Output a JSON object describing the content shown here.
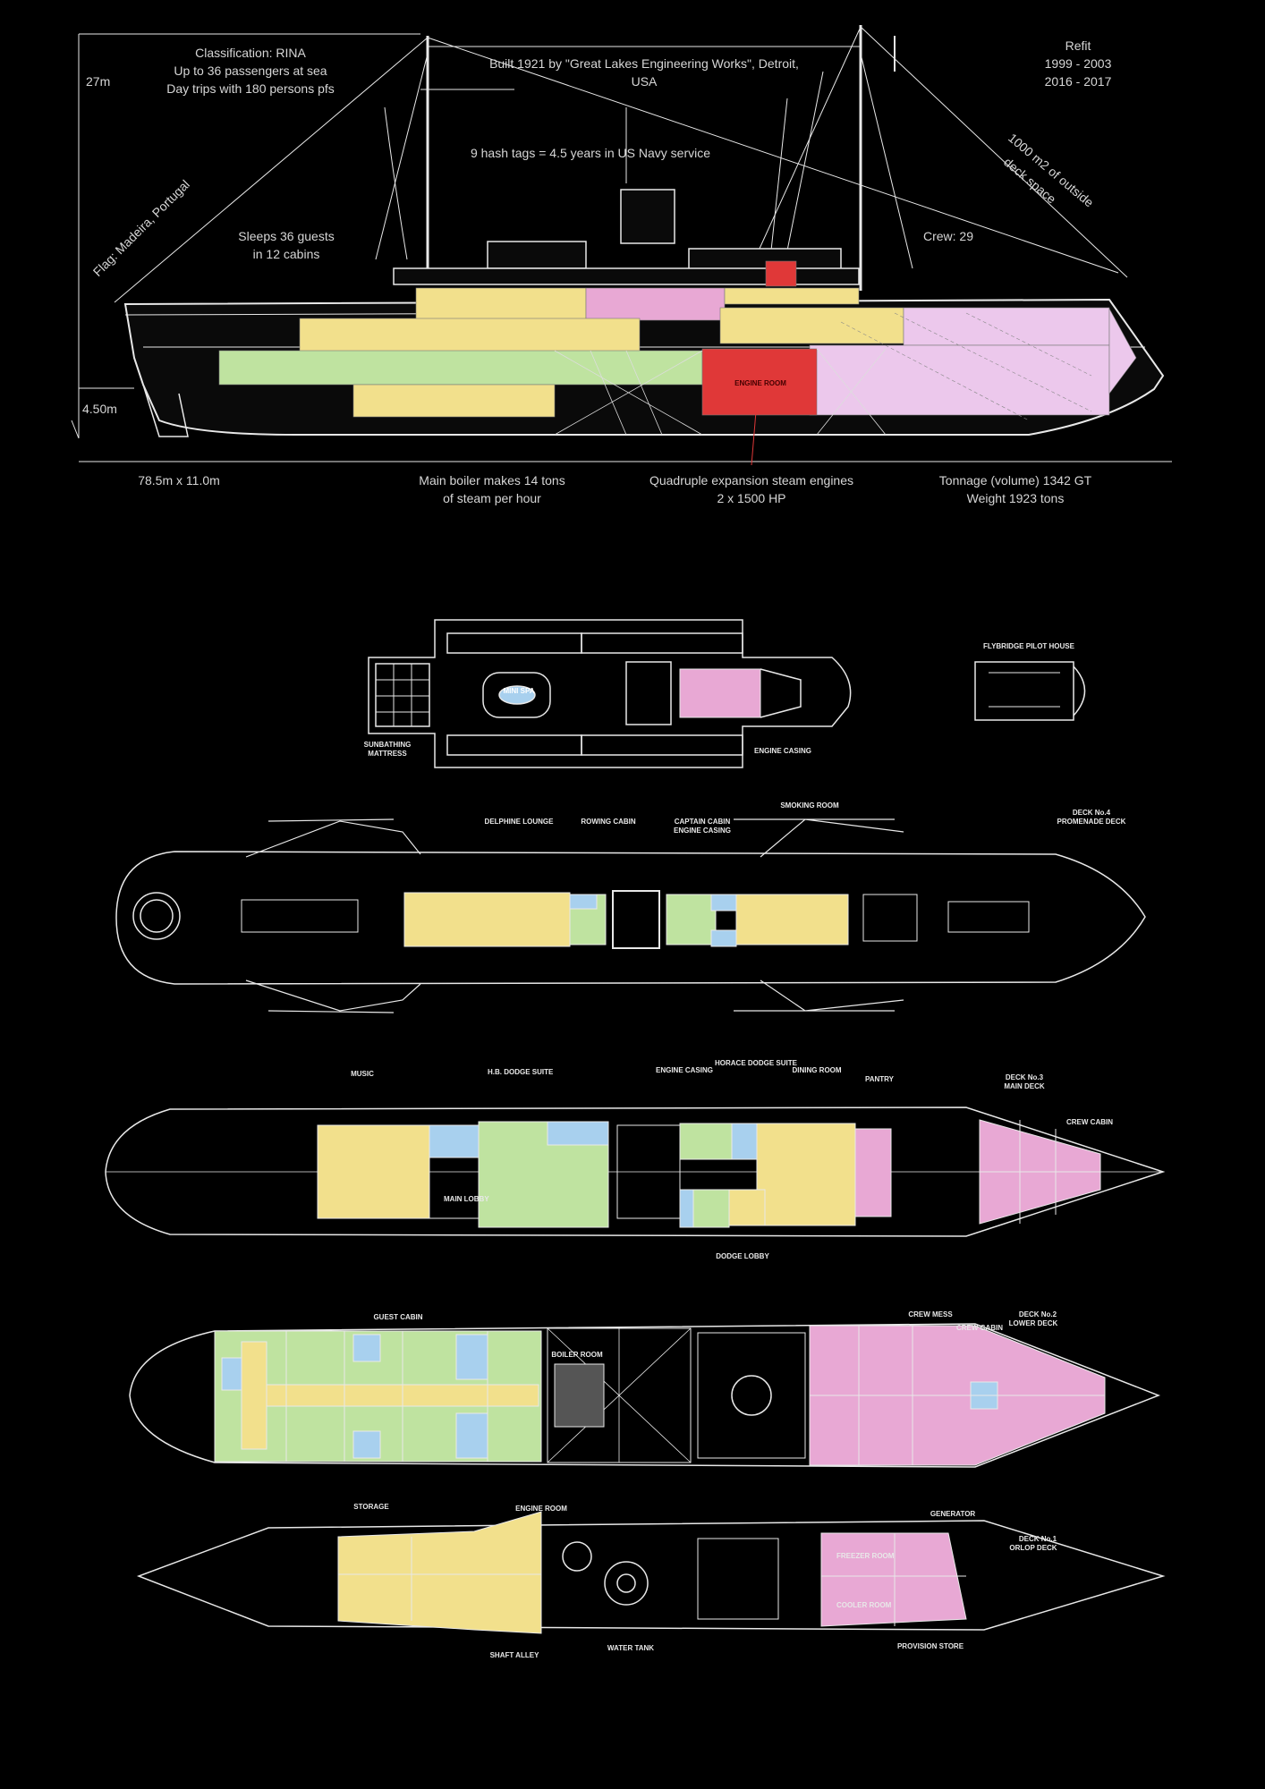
{
  "profile": {
    "classification": [
      "Classification: RINA",
      "Up to 36 passengers at sea",
      "Day trips with 180 persons pfs"
    ],
    "built": [
      "Built 1921 by \"Great Lakes Engineering Works\", Detroit,",
      "USA"
    ],
    "refit": [
      "Refit",
      "1999 - 2003",
      "2016 - 2017"
    ],
    "hash_tags": "9 hash tags = 4.5 years in US Navy service",
    "flag": "Flag: Madeira, Portugal",
    "sleeps": [
      "Sleeps 36 guests",
      "in 12 cabins"
    ],
    "crew": "Crew: 29",
    "deck_space": [
      "1000 m2 of outside",
      "deck space"
    ],
    "height": "27m",
    "draft": "4.50m",
    "dimensions": "78.5m  x  11.0m",
    "boiler": [
      "Main boiler makes 14 tons",
      "of steam per hour"
    ],
    "engines": [
      "Quadruple expansion steam engines",
      "2 x 1500 HP"
    ],
    "tonnage": [
      "Tonnage (volume) 1342 GT",
      "Weight 1923 tons"
    ],
    "engine_room": "ENGINE ROOM"
  },
  "decks": {
    "sun": {
      "spa": "MINI SPA",
      "sunbathing": [
        "SUNBATHING",
        "MATTRESS"
      ],
      "engine_casing": "ENGINE CASING",
      "flybridge": "FLYBRIDGE PILOT HOUSE"
    },
    "promenade": {
      "title": [
        "DECK No.4",
        "PROMENADE DECK"
      ],
      "labels": [
        "DELPHINE LOUNGE",
        "ROWING CABIN",
        "CAPTAIN CABIN",
        "ENGINE CASING",
        "SMOKING ROOM"
      ]
    },
    "main": {
      "title": [
        "DECK No.3",
        "MAIN DECK"
      ],
      "labels": [
        "MUSIC",
        "H.B. DODGE SUITE",
        "ENGINE CASING",
        "HORACE DODGE SUITE",
        "DINING ROOM",
        "PANTRY",
        "MAIN LOBBY",
        "CREW CABIN",
        "DODGE LOBBY"
      ]
    },
    "lower": {
      "title": [
        "DECK No.2",
        "LOWER DECK"
      ],
      "labels": [
        "GUEST CABIN",
        "BOILER ROOM",
        "CREW MESS",
        "CREW CABIN"
      ]
    },
    "orlop": {
      "title": [
        "DECK No.1",
        "ORLOP DECK"
      ],
      "labels": [
        "STORAGE",
        "ENGINE ROOM",
        "FREEZER ROOM",
        "COOLER ROOM",
        "PROVISION STORE",
        "GENERATOR",
        "WATER TANK",
        "SHAFT ALLEY"
      ]
    }
  },
  "colors": {
    "background": "#000000",
    "line": "#e8e8e8",
    "yellow": "#f2e08c",
    "green": "#bfe3a0",
    "pink": "#e8a8d4",
    "blue": "#a8d0ee",
    "red": "#e03838",
    "lavender": "#ecc8ec"
  }
}
